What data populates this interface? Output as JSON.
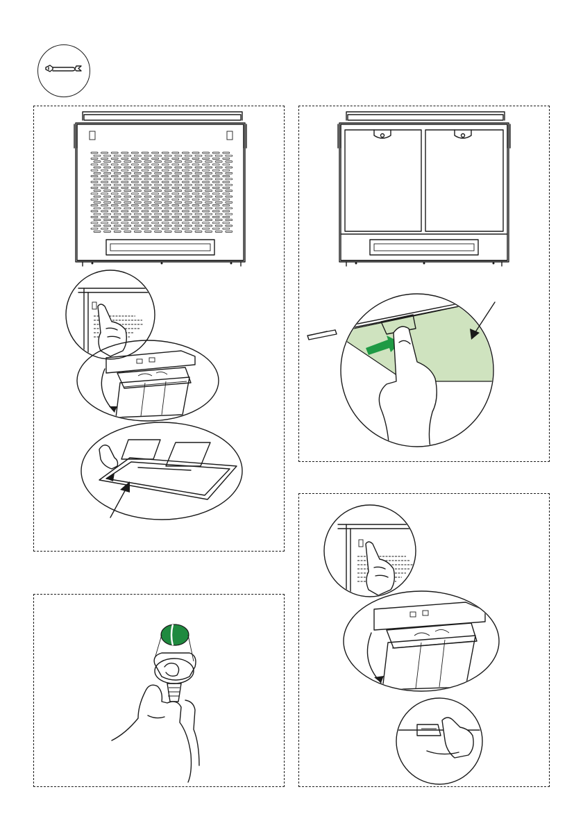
{
  "icons": {
    "tool": "wrench-icon",
    "motion": "arrow-icon",
    "hand": "hand-icon"
  },
  "colors": {
    "highlight_filter": "#cfe3bf",
    "highlight_arrow": "#1f9a44",
    "lamp_cap": "#1f8a3f",
    "line": "#1a1a1a",
    "background": "#ffffff"
  },
  "steps": [
    {
      "id": "grease-filter-removal",
      "scenes": [
        "hood-underside-front",
        "latch-detail",
        "panel-opening",
        "filter-release"
      ]
    },
    {
      "id": "carbon-filter-removal",
      "scenes": [
        "hood-underside-open",
        "filter-slide-out"
      ]
    },
    {
      "id": "lamp-replacement",
      "scenes": [
        "bulb-in-hand"
      ]
    },
    {
      "id": "panel-open-for-lamp",
      "scenes": [
        "latch-detail",
        "panel-opening",
        "lamp-connector"
      ]
    }
  ]
}
